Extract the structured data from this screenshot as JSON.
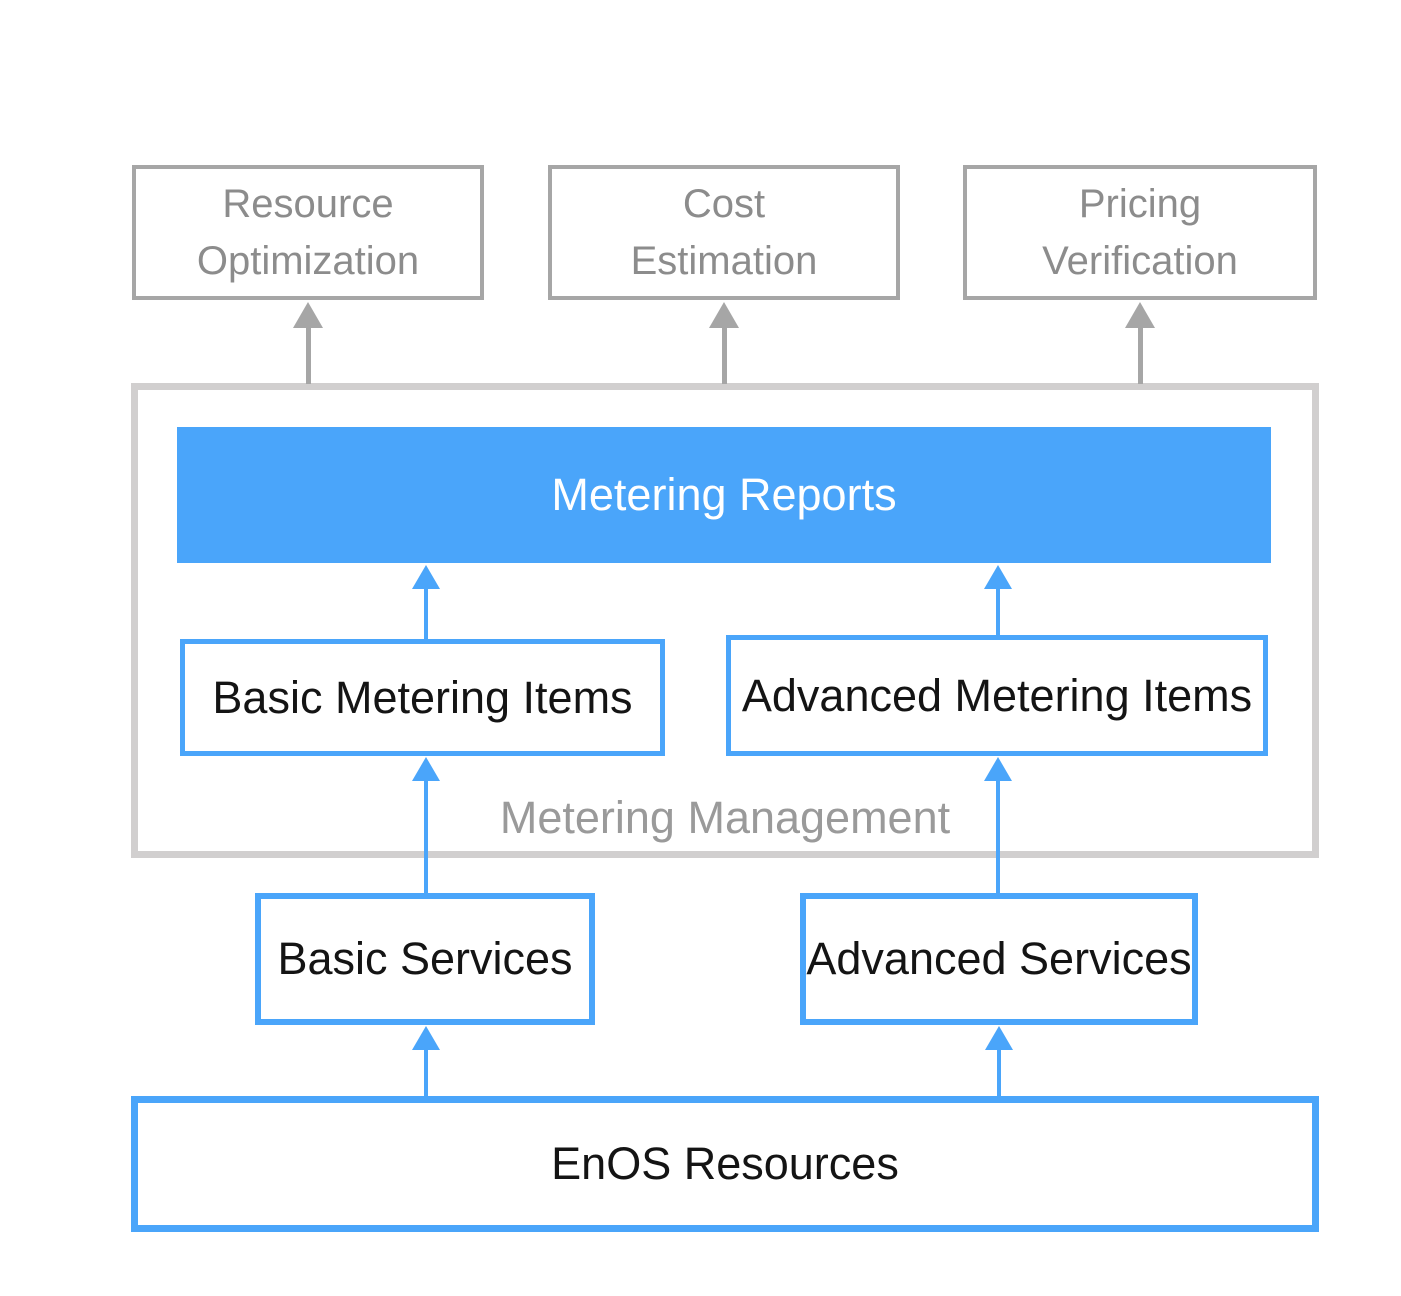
{
  "diagram": {
    "colors": {
      "accent_blue": "#4aa5fa",
      "container_border": "#d1cfcf",
      "outcome_border": "#a6a6a6",
      "outcome_text": "#8c8c8c",
      "management_text": "#9a9a9a",
      "arrow_gray": "#a6a6a6",
      "dark_text": "#141414",
      "reports_text": "#ffffff"
    },
    "outcomes": [
      {
        "lines": [
          "Resource",
          "Optimization"
        ]
      },
      {
        "lines": [
          "Cost",
          "Estimation"
        ]
      },
      {
        "lines": [
          "Pricing",
          "Verification"
        ]
      }
    ],
    "management": {
      "label": "Metering Management"
    },
    "reports": {
      "label": "Metering Reports"
    },
    "items": [
      {
        "label": "Basic Metering Items"
      },
      {
        "label": "Advanced Metering Items"
      }
    ],
    "services": [
      {
        "label": "Basic Services"
      },
      {
        "label": "Advanced Services"
      }
    ],
    "resources": {
      "label": "EnOS Resources"
    }
  }
}
